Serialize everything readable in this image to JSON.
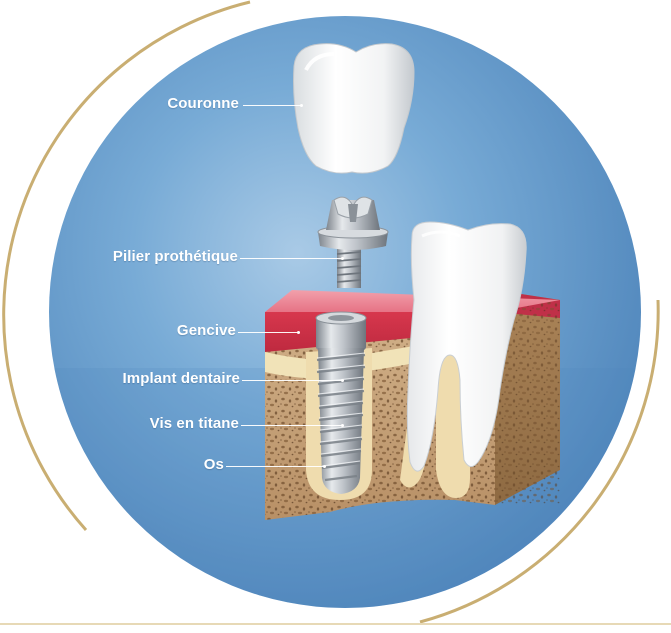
{
  "diagram": {
    "labels": {
      "couronne": "Couronne",
      "pilier": "Pilier prothétique",
      "gencive": "Gencive",
      "implant": "Implant dentaire",
      "vis": "Vis en titane",
      "os": "Os"
    },
    "colors": {
      "circle_blue": "#6aa1cd",
      "gold_ring": "#c9ae72",
      "gum_red": "#d23a4f",
      "gum_pink": "#e9788a",
      "bone_tan": "#c8a67d",
      "cortical_cream": "#f1e3b8",
      "titanium": "#b9bec4",
      "tooth_white": "#f6f6f4"
    }
  }
}
